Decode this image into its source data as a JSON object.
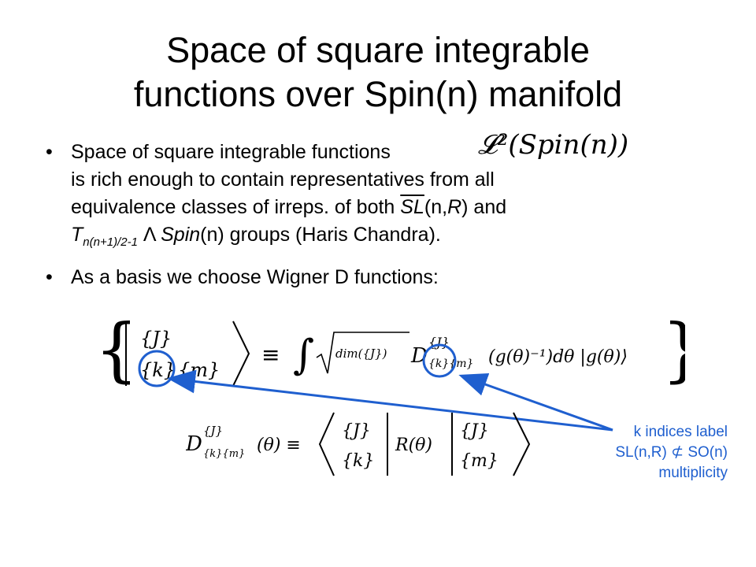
{
  "slide": {
    "title_line1": "Space of square integrable",
    "title_line2": "functions over Spin(n) manifold"
  },
  "bullets": {
    "b1_part1": "Space of square integrable functions",
    "b1_part2": "is rich enough to contain representatives from all",
    "b1_part3a": "equivalence classes of irreps. of both ",
    "b1_SL": "SL",
    "b1_part3b": "(n,",
    "b1_R": "R",
    "b1_part3c": ") and",
    "b1_T": "T",
    "b1_Tsub": "n(n+1)/2-1",
    "b1_part4a": " Λ ",
    "b1_Spin": "Spin",
    "b1_part4b": "(n) groups (Haris Chandra).",
    "b2": "As a basis we choose Wigner D functions:",
    "bullet_char": "•"
  },
  "inline_math": "𝓛²(Spin(n))",
  "formula1": {
    "J": "{J}",
    "k": "{k}",
    "m": "{m}",
    "equiv": "≡",
    "integral": "∫",
    "sqrt_arg": "dim({J})",
    "D": "D",
    "D_sup": "{J}",
    "D_sub": "{k}{m}",
    "arg": "(g(θ)⁻¹)dθ |g(θ)⟩"
  },
  "formula2": {
    "lhs": "D",
    "lhs_sup": "{J}",
    "lhs_sub": "{k}{m}",
    "lhs_arg": "(θ) ≡",
    "bra_top": "{J}",
    "bra_bot": "{k}",
    "op": "R(θ)",
    "ket_top": "{J}",
    "ket_bot": "{m}"
  },
  "annotation": {
    "line1": "k indices label",
    "line2": "SL(n,R)  ⊄  SO(n)",
    "line3": "multiplicity",
    "color": "#1f5fcf"
  }
}
